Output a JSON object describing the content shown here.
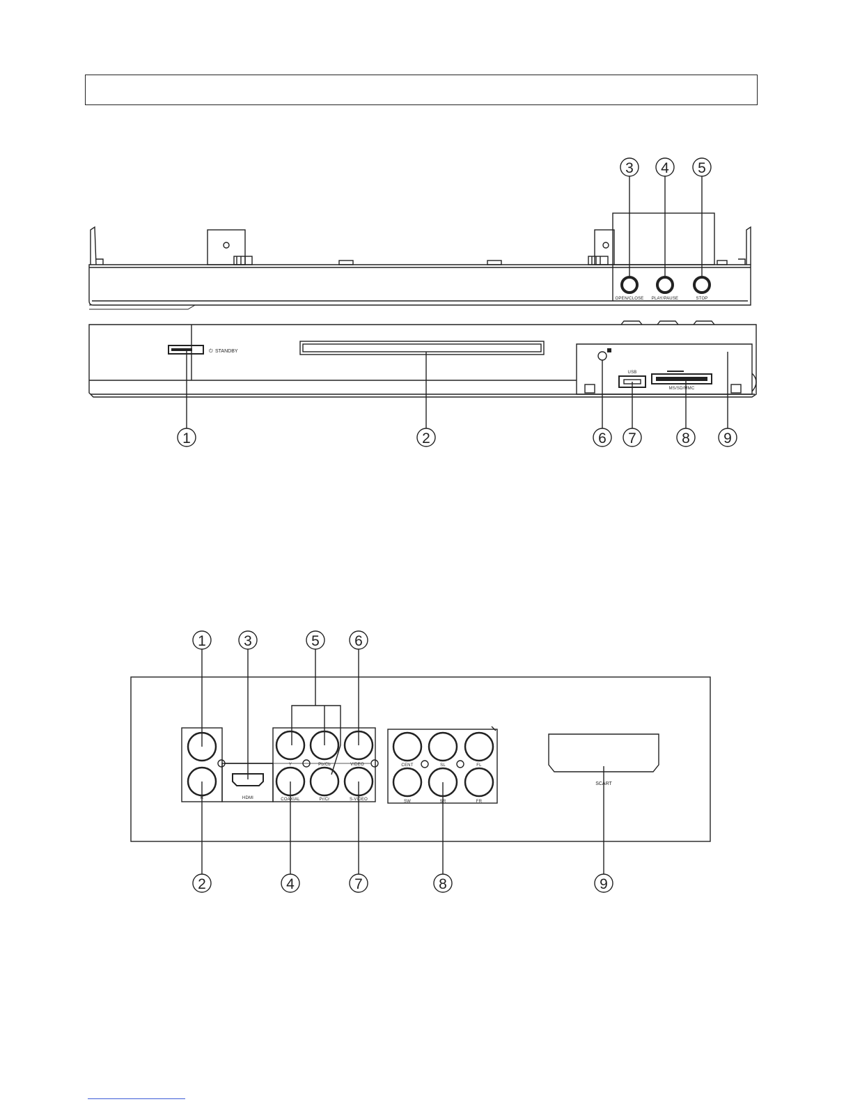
{
  "header": {
    "title": ""
  },
  "front_panel": {
    "callouts_top": [
      "3",
      "4",
      "5"
    ],
    "callouts_bottom": [
      "1",
      "2",
      "6",
      "7",
      "8",
      "9"
    ],
    "labels": {
      "standby": "STANDBY",
      "open_close": "OPEN/CLOSE",
      "play_pause": "PLAY/PAUSE",
      "stop": "STOP",
      "usb": "USB",
      "card": "MS/SD/MMC"
    }
  },
  "rear_panel": {
    "callouts_top": [
      "1",
      "3",
      "5",
      "6"
    ],
    "callouts_bottom": [
      "2",
      "4",
      "7",
      "8",
      "9"
    ],
    "labels": {
      "r": "R",
      "hdmi": "HDMI",
      "y": "Y",
      "pb_cb": "Pb/Cb",
      "video": "VIDEO",
      "coaxial": "COAXIAL",
      "pr_cr": "Pr/Cr",
      "s_video": "S-VIDEO",
      "cent": "CENT",
      "sl": "SL",
      "fl": "FL",
      "sw": "SW",
      "sr": "SR",
      "fr": "FR",
      "scart": "SCART"
    }
  },
  "colors": {
    "line": "#222222",
    "footer_link": "#3b5bd6"
  }
}
